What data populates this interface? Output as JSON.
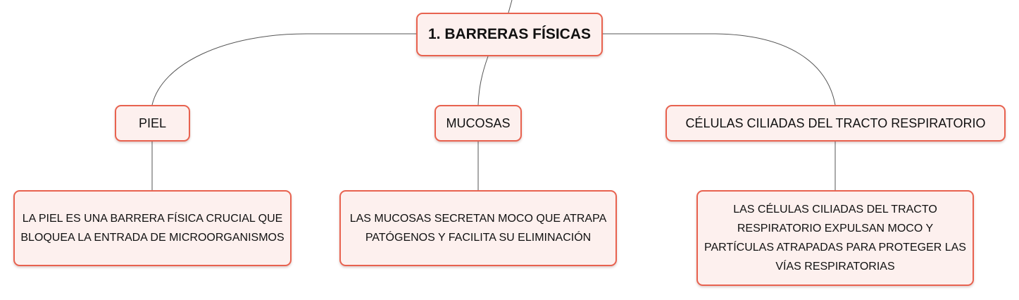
{
  "root": {
    "label": "1. BARRERAS FÍSICAS"
  },
  "branches": [
    {
      "label": "PIEL",
      "description": "LA PIEL ES UNA BARRERA FÍSICA CRUCIAL QUE BLOQUEA LA ENTRADA DE MICROORGANISMOS"
    },
    {
      "label": "MUCOSAS",
      "description": "LAS MUCOSAS SECRETAN MOCO QUE ATRAPA PATÓGENOS Y FACILITA SU ELIMINACIÓN"
    },
    {
      "label": "CÉLULAS CILIADAS DEL TRACTO RESPIRATORIO",
      "description": "LAS CÉLULAS CILIADAS DEL TRACTO RESPIRATORIO EXPULSAN MOCO Y PARTÍCULAS ATRAPADAS PARA PROTEGER LAS VÍAS RESPIRATORIAS"
    }
  ],
  "colors": {
    "node_border": "#e8624f",
    "node_fill": "#fdf0ee",
    "connector": "#555555",
    "text": "#111111"
  }
}
